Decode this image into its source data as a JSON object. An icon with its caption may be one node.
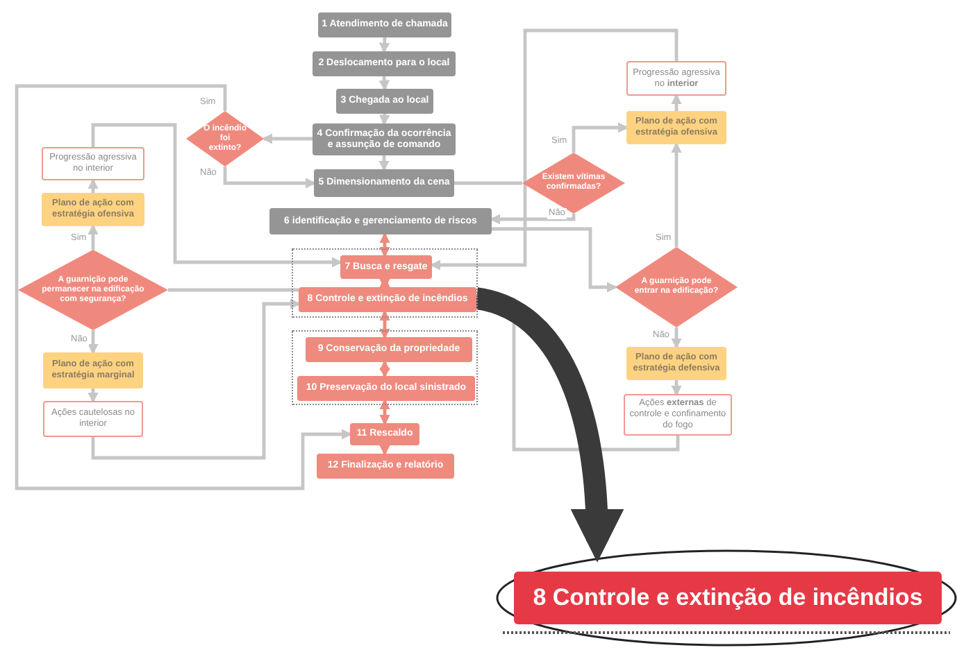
{
  "diagram": {
    "nodes": [
      {
        "text": [
          "1 Atendimento de chamada"
        ]
      },
      {
        "text": [
          "2 Deslocamento para o local"
        ]
      },
      {
        "text": [
          "3 Chegada ao local"
        ]
      },
      {
        "text": [
          "4 Confirmação da ocorrência e assunção de comando"
        ]
      },
      {
        "text": [
          "5 Dimensionamento da cena"
        ]
      },
      {
        "text": [
          "6 identificação e gerenciamento de riscos"
        ]
      },
      {
        "text": [],
        "shape": "box"
      },
      {
        "text": [
          "7 Busca e resgate"
        ],
        "in": 6
      },
      {
        "text": [
          "8 Controle e extinção de incêndios"
        ],
        "in": 6
      },
      {
        "text": [],
        "shape": "box"
      },
      {
        "text": [
          "9 Conservação da propriedade"
        ],
        "in": 9
      },
      {
        "text": [
          "10 Preservação do local sinistrado"
        ],
        "in": 9
      },
      {
        "text": [
          "11 Rescaldo"
        ]
      },
      {
        "text": [
          "12 Finalização e relatório"
        ]
      },
      {
        "text": [
          "O incêndio foi extinto?"
        ]
      },
      {
        "text": [
          "Progressão agressiva no interior"
        ]
      },
      {
        "text": [
          "Plano de ação com estratégia ofensiva"
        ]
      },
      {
        "text": [
          "A guarnição pode permanecer na edificação com segurança?"
        ]
      },
      {
        "text": [
          "Plano de ação com estratégia marginal"
        ]
      },
      {
        "text": [
          "Ações cautelosas no interior"
        ]
      },
      {
        "text": [
          "Existem vítimas confirmadas?"
        ]
      },
      {
        "text": [
          "Progressão agressiva no **interior**"
        ]
      },
      {
        "text": [
          "Plano de ação com estratégia ofensiva"
        ]
      },
      {
        "text": [
          "A guarnição pode entrar na edificação?"
        ]
      },
      {
        "text": [
          "Plano de ação com estratégia defensiva"
        ]
      },
      {
        "text": [
          "Ações **externas** de controle e confinamento do fogo"
        ]
      },
      {
        "text": [
          "8 Controle e extinção de incêndios"
        ]
      }
    ],
    "edges": [
      {
        "from": 0,
        "to": 1,
        "arrow": "to"
      },
      {
        "from": 1,
        "to": 2,
        "arrow": "to"
      },
      {
        "from": 2,
        "to": 3,
        "arrow": "to"
      },
      {
        "from": 3,
        "to": 4,
        "arrow": "to"
      },
      {
        "from": 3,
        "to": 14,
        "arrow": "to"
      },
      {
        "from": 14,
        "to": 4,
        "arrow": "to",
        "label": "Não"
      },
      {
        "from": 14,
        "to": 12,
        "arrow": "to",
        "label": "Sim"
      },
      {
        "from": 4,
        "to": 20,
        "arrow": "none"
      },
      {
        "from": 20,
        "to": 22,
        "arrow": "to",
        "label": "Sim"
      },
      {
        "from": 22,
        "to": 21,
        "arrow": "to"
      },
      {
        "from": 21,
        "to": 7,
        "arrow": "to"
      },
      {
        "from": 20,
        "to": 5,
        "arrow": "to",
        "label": "Não"
      },
      {
        "from": 5,
        "to": 23,
        "arrow": "to"
      },
      {
        "from": 23,
        "to": 22,
        "arrow": "to",
        "label": "Sim"
      },
      {
        "from": 23,
        "to": 24,
        "arrow": "to",
        "label": "Não"
      },
      {
        "from": 24,
        "to": 25,
        "arrow": "to"
      },
      {
        "from": 25,
        "to": 8,
        "arrow": "to"
      },
      {
        "from": 5,
        "to": 7,
        "arrow": "both",
        "color": "#ee8a7e"
      },
      {
        "from": 7,
        "to": 8,
        "arrow": "both",
        "color": "#ee8a7e"
      },
      {
        "from": 8,
        "to": 10,
        "arrow": "both",
        "color": "#ee8a7e"
      },
      {
        "from": 10,
        "to": 11,
        "arrow": "both",
        "color": "#ee8a7e"
      },
      {
        "from": 11,
        "to": 12,
        "arrow": "both",
        "color": "#ee8a7e"
      },
      {
        "from": 12,
        "to": 13,
        "arrow": "to",
        "color": "#ee8a7e"
      },
      {
        "from": 17,
        "to": 16,
        "arrow": "to",
        "label": "Sim"
      },
      {
        "from": 16,
        "to": 15,
        "arrow": "to"
      },
      {
        "from": 15,
        "to": 7,
        "arrow": "to"
      },
      {
        "from": 17,
        "to": 8,
        "arrow": "none"
      },
      {
        "from": 17,
        "to": 18,
        "arrow": "to",
        "label": "Não"
      },
      {
        "from": 18,
        "to": 19,
        "arrow": "to"
      },
      {
        "from": 19,
        "to": 8,
        "arrow": "to"
      },
      {
        "from": 8,
        "to": 26,
        "arrow": "to",
        "style": "thick",
        "color": "#3a3a3a"
      }
    ]
  }
}
